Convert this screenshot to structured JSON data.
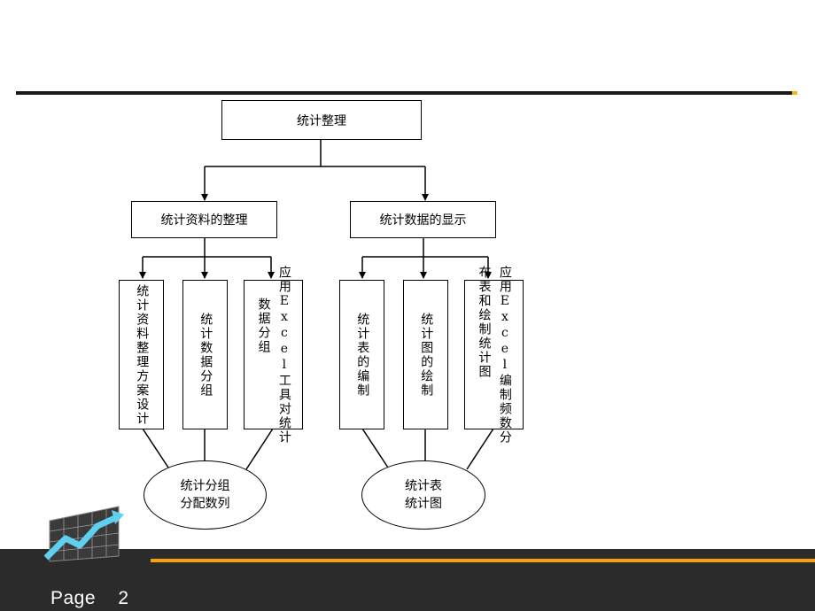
{
  "diagram": {
    "root": "统计整理",
    "left_branch": {
      "label": "统计资料的整理",
      "children": [
        "统计资料整理方案设计",
        "统计数据分组",
        [
          "应用Excel工具对统计",
          "数据分组"
        ]
      ],
      "result": [
        "统计分组",
        "分配数列"
      ]
    },
    "right_branch": {
      "label": "统计数据的显示",
      "children": [
        "统计表的编制",
        "统计图的绘制",
        [
          "应用Excel编制频数分",
          "布表和绘制统计图"
        ]
      ],
      "result": [
        "统计表",
        "统计图"
      ]
    }
  },
  "footer": {
    "page_label": "Page",
    "page_number": "2"
  },
  "colors": {
    "accent_orange": "#f5a300",
    "footer_dark": "#2b2b2b",
    "line": "#000000"
  },
  "icons": {
    "decor": "rising-chart-icon"
  }
}
